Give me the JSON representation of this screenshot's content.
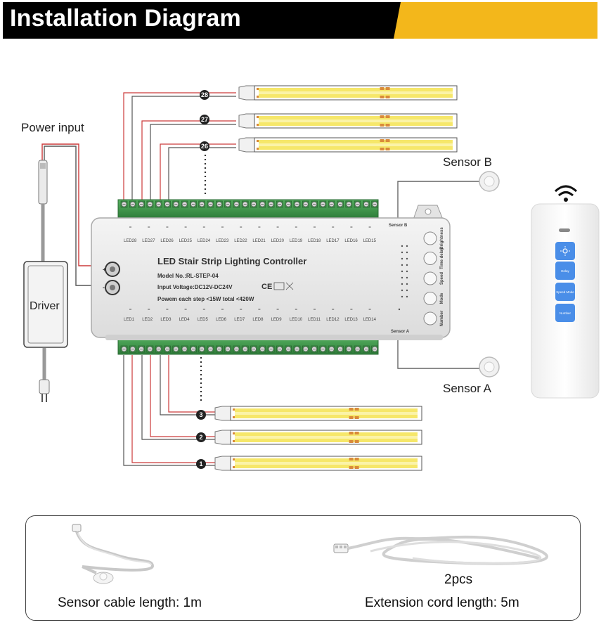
{
  "header": {
    "title": "Installation Diagram"
  },
  "labels": {
    "power_input": "Power input",
    "driver": "Driver",
    "sensor_b": "Sensor B",
    "sensor_a": "Sensor A",
    "sensor_b_port": "Sensor B",
    "sensor_a_port": "Sensor A"
  },
  "controller": {
    "title": "LED Stair Strip Lighting Controller",
    "model": "Model No.:RL-STEP-04",
    "voltage": "Input Voltage:DC12V-DC24V",
    "power": "Powem each step <15W  total <420W",
    "ce_mark": "CE",
    "top_leds": [
      "LED28",
      "LED27",
      "LED26",
      "LED25",
      "LED24",
      "LED23",
      "LED22",
      "LED21",
      "LED20",
      "LED19",
      "LED18",
      "LED17",
      "LED16",
      "LED15"
    ],
    "bottom_leds": [
      "LED1",
      "LED2",
      "LED3",
      "LED4",
      "LED5",
      "LED6",
      "LED7",
      "LED8",
      "LED9",
      "LED10",
      "LED11",
      "LED12",
      "LED13",
      "LED14"
    ],
    "buttons": [
      "Brightness",
      "Time delay",
      "Speed",
      "Mode",
      "Number"
    ],
    "plus": "+",
    "minus": "-"
  },
  "strips_top": [
    "28",
    "27",
    "26"
  ],
  "strips_bottom": [
    "3",
    "2",
    "1"
  ],
  "remote": {
    "buttons": [
      "Delay",
      "Speed Mode",
      "Number"
    ],
    "top_button_icon": "sun-icon"
  },
  "accessories": {
    "sensor_cable": "Sensor cable length: 1m",
    "quantity": "2pcs",
    "extension_cord": "Extension cord length: 5m"
  },
  "colors": {
    "accent_yellow": "#f3b71b",
    "header_black": "#000000",
    "strip_yellow": "#f6e76a",
    "terminal_green": "#3f9a4a",
    "remote_button_blue": "#4a8ee8",
    "wire_red": "#d23b3b"
  }
}
